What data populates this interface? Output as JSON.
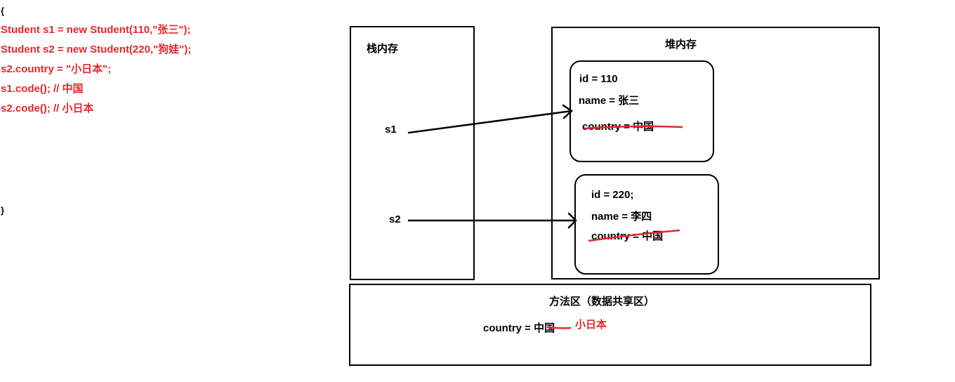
{
  "code": {
    "brace_open": "{",
    "lines": [
      "Student s1 = new Student(110,\"张三\");",
      "Student s2 = new Student(220,\"狗娃\");",
      "s2.country = \"小日本\";",
      "s1.code();  //  中国",
      "s2.code();  //  小日本"
    ],
    "brace_close": "}"
  },
  "stack": {
    "title": "栈内存",
    "var1": "s1",
    "var2": "s2"
  },
  "heap": {
    "title": "堆内存",
    "obj1": {
      "id": "id = 110",
      "name": "name = 张三",
      "country": "country  = 中国"
    },
    "obj2": {
      "id": "id = 220;",
      "name": "name = 李四",
      "country": "country = 中国"
    }
  },
  "method_area": {
    "title": "方法区（数据共享区）",
    "country": "country  = 中国",
    "new_value": "小日本"
  },
  "colors": {
    "annotation": "#e8262b",
    "line": "#000000"
  }
}
